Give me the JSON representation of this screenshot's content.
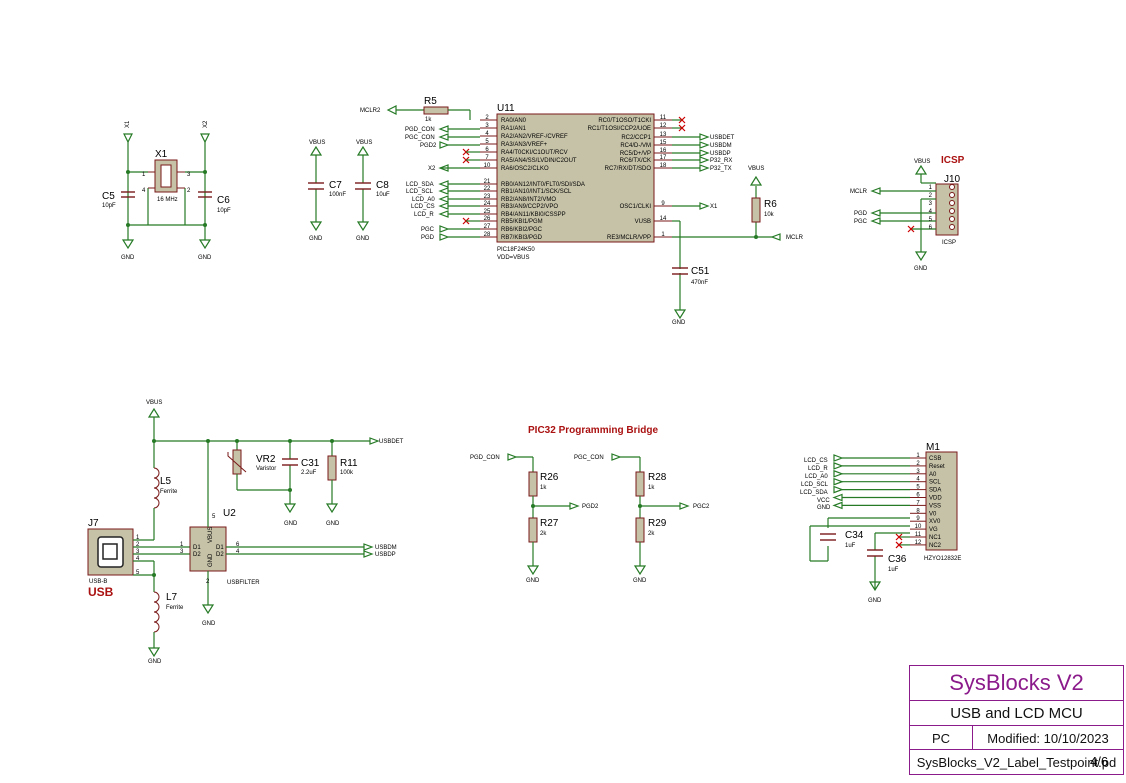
{
  "labels": {
    "x1": "X1",
    "x2": "X2",
    "gnd": "GND",
    "vbus": "VBUS",
    "c5": "C5",
    "c5v": "10pF",
    "c6": "C6",
    "c6v": "10pF",
    "xtal": "X1",
    "xtalv": "16 MHz",
    "c7": "C7",
    "c7v": "100nF",
    "c8": "C8",
    "c8v": "10uF",
    "mclr2": "MCLR2",
    "r5": "R5",
    "r5v": "1k",
    "u11": "U11",
    "u11part": "PIC18F24K50",
    "u11vdd": "VDD=VBUS",
    "r6": "R6",
    "r6v": "10k",
    "mclr": "MCLR",
    "c51": "C51",
    "c51v": "470nF",
    "icsp": "ICSP",
    "j10": "J10",
    "j10part": "ICSP",
    "pgd": "PGD",
    "pgc": "PGC",
    "pgd_con": "PGD_CON",
    "pgc_con": "PGC_CON",
    "pgd2": "PGD2",
    "pgc2": "PGC2",
    "lcd_sda": "LCD_SDA",
    "lcd_scl": "LCD_SCL",
    "lcd_a0": "LCD_A0",
    "lcd_cs": "LCD_CS",
    "lcd_r": "LCD_R",
    "usbdet": "USBDET",
    "usbdm": "USBDM",
    "usbdp": "USBDP",
    "p32rx": "P32_RX",
    "p32tx": "P32_TX",
    "vr2": "VR2",
    "vr2v": "Varistor",
    "c31": "C31",
    "c31v": "2.2uF",
    "r11": "R11",
    "r11v": "100k",
    "l5": "L5",
    "l5v": "Ferrite",
    "l7": "L7",
    "l7v": "Ferrite",
    "j7": "J7",
    "j7part": "USB-B",
    "usb": "USB",
    "u2": "U2",
    "u2part": "USBFILTER",
    "u2d1": "D1",
    "u2d2": "D2",
    "u2vbus": "VBUS",
    "u2gnd": "GND",
    "bridge": "PIC32 Programming Bridge",
    "r26": "R26",
    "r26v": "1k",
    "r27": "R27",
    "r27v": "2k",
    "r28": "R28",
    "r28v": "1k",
    "r29": "R29",
    "r29v": "2k",
    "m1": "M1",
    "m1part": "HZYO12832E",
    "vcc": "VCC",
    "c34": "C34",
    "c34v": "1uF",
    "c36": "C36",
    "c36v": "1uF"
  },
  "u11_left": [
    {
      "pin": "2",
      "name": "RA0/AN0"
    },
    {
      "pin": "3",
      "name": "RA1/AN1"
    },
    {
      "pin": "4",
      "name": "RA2/AN2/VREF-/CVREF"
    },
    {
      "pin": "5",
      "name": "RA3/AN3/VREF+"
    },
    {
      "pin": "6",
      "name": "RA4/T0CKI/C1OUT/RCV"
    },
    {
      "pin": "7",
      "name": "RA5/AN4/SS/LVDIN/C2OUT"
    },
    {
      "pin": "10",
      "name": "RA6/OSC2/CLKO"
    },
    {
      "pin": "21",
      "name": "RB0/AN12/INT0/FLT0/SDI/SDA"
    },
    {
      "pin": "22",
      "name": "RB1/AN10/INT1/SCK/SCL"
    },
    {
      "pin": "23",
      "name": "RB2/AN8/INT2/VMO"
    },
    {
      "pin": "24",
      "name": "RB3/AN9/CCP2/VPO"
    },
    {
      "pin": "25",
      "name": "RB4/AN11/KBI0/CSSPP"
    },
    {
      "pin": "26",
      "name": "RB5/KBI1/PGM"
    },
    {
      "pin": "27",
      "name": "RB6/KBI2/PGC"
    },
    {
      "pin": "28",
      "name": "RB7/KBI3/PGD"
    }
  ],
  "u11_right": [
    {
      "pin": "11",
      "name": "RC0/T1OSO/T1CKI"
    },
    {
      "pin": "12",
      "name": "RC1/T1OSI/CCP2/UOE"
    },
    {
      "pin": "13",
      "name": "RC2/CCP1"
    },
    {
      "pin": "15",
      "name": "RC4/D-/VM"
    },
    {
      "pin": "16",
      "name": "RC5/D+/VP"
    },
    {
      "pin": "17",
      "name": "RC6/TX/CK"
    },
    {
      "pin": "18",
      "name": "RC7/RX/DT/SDO"
    },
    {
      "pin": "9",
      "name": "OSC1/CLKI"
    },
    {
      "pin": "14",
      "name": "VUSB"
    },
    {
      "pin": "1",
      "name": "RE3/MCLR/VPP"
    }
  ],
  "m1_pins": [
    {
      "pin": "1",
      "name": "CSB"
    },
    {
      "pin": "2",
      "name": "Reset"
    },
    {
      "pin": "3",
      "name": "A0"
    },
    {
      "pin": "4",
      "name": "SCL"
    },
    {
      "pin": "5",
      "name": "SDA"
    },
    {
      "pin": "6",
      "name": "VDD"
    },
    {
      "pin": "7",
      "name": "VSS"
    },
    {
      "pin": "8",
      "name": "V0"
    },
    {
      "pin": "9",
      "name": "XV0"
    },
    {
      "pin": "10",
      "name": "VG"
    },
    {
      "pin": "11",
      "name": "NC1"
    },
    {
      "pin": "12",
      "name": "NC2"
    }
  ],
  "u2_pins": [
    "1",
    "2",
    "3",
    "4",
    "5",
    "6"
  ],
  "j7_pins": [
    "1",
    "2",
    "3",
    "4",
    "5"
  ],
  "j10_pins": [
    "1",
    "2",
    "3",
    "4",
    "5",
    "6"
  ],
  "x1_pins": [
    "1",
    "3",
    "4",
    "2"
  ],
  "title_block": {
    "title": "SysBlocks V2",
    "subtitle": "USB and LCD MCU",
    "author": "PC",
    "modified": "Modified:  10/10/2023",
    "file": "SysBlocks_V2_Label_Testpoint.pd",
    "page": "4/6"
  }
}
